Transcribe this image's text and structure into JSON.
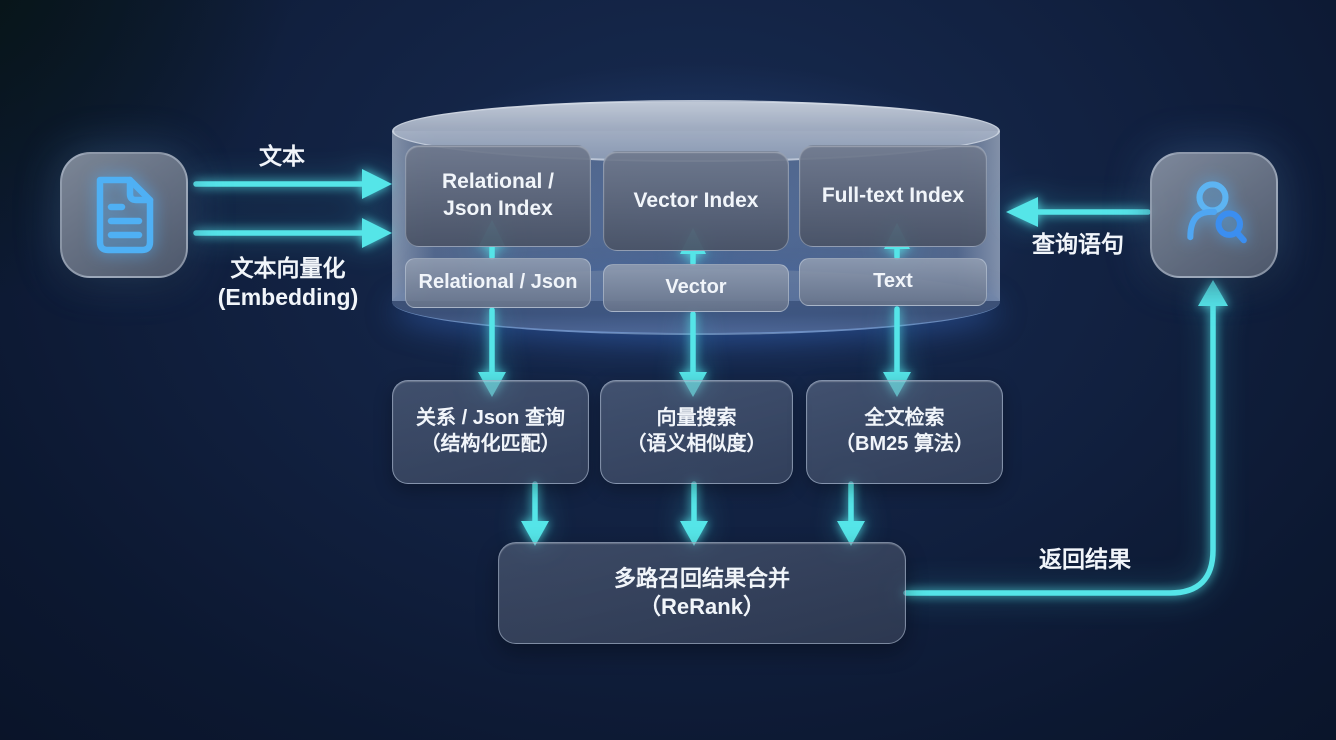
{
  "colors": {
    "background": "#0e1c38",
    "arrow_cyan": "#55e5e8",
    "icon_blue": "#4fb0f4",
    "text": "#f1f5fa"
  },
  "labels": {
    "text_input": "文本",
    "embedding_line1": "文本向量化",
    "embedding_line2": "(Embedding)",
    "query": "查询语句",
    "result": "返回结果"
  },
  "database": {
    "index_boxes": [
      {
        "line1": "Relational /",
        "line2": "Json Index"
      },
      {
        "line1": "Vector Index",
        "line2": ""
      },
      {
        "line1": "Full-text Index",
        "line2": ""
      }
    ],
    "storage_boxes": [
      {
        "label": "Relational / Json"
      },
      {
        "label": "Vector"
      },
      {
        "label": "Text"
      }
    ]
  },
  "retrieval_boxes": [
    {
      "line1": "关系 / Json 查询",
      "line2": "（结构化匹配）"
    },
    {
      "line1": "向量搜索",
      "line2": "（语义相似度）"
    },
    {
      "line1": "全文检索",
      "line2": "（BM25 算法）"
    }
  ],
  "rerank": {
    "line1": "多路召回结果合并",
    "line2": "（ReRank）"
  }
}
